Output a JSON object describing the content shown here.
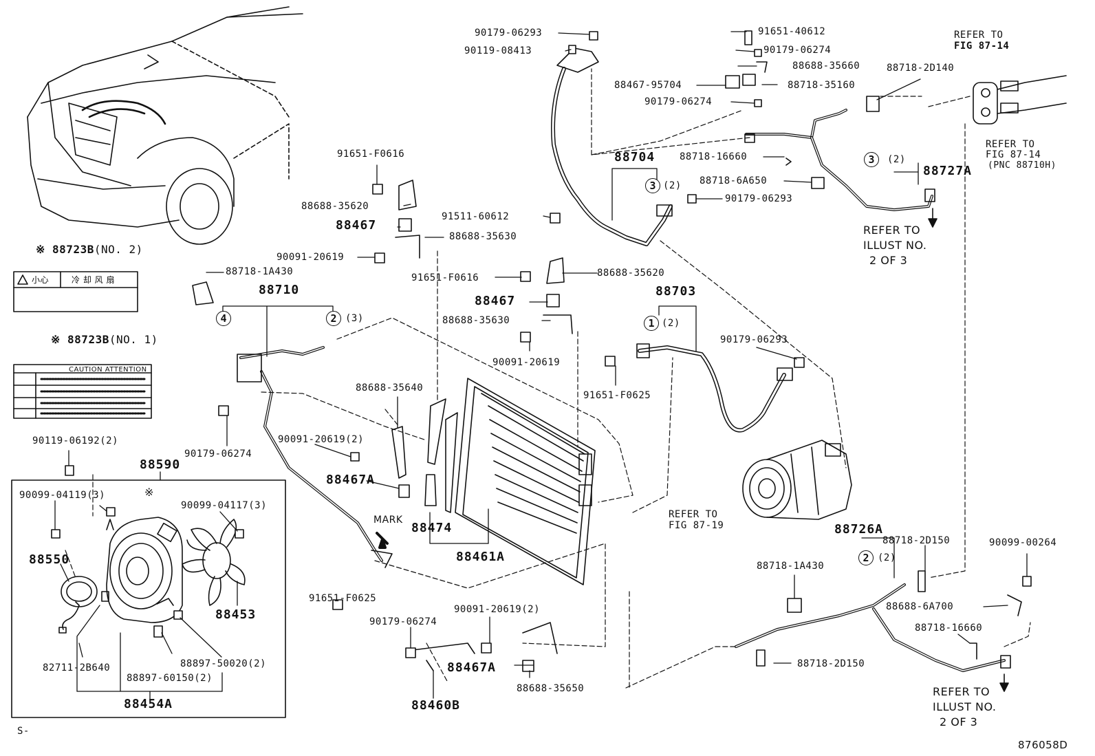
{
  "diagram": {
    "figure_code": "876058D",
    "corner_mark": "S-",
    "parts": {
      "p90179_06293_a": "90179-06293",
      "p90119_08413": "90119-08413",
      "p91651_40612": "91651-40612",
      "p90179_06274_a": "90179-06274",
      "p88688_35660": "88688-35660",
      "p88467_95704": "88467-95704",
      "p88718_35160": "88718-35160",
      "p90179_06274_b": "90179-06274",
      "p88718_2D140": "88718-2D140",
      "p88704": "88704",
      "p88718_16660_a": "88718-16660",
      "p88718_6A650": "88718-6A650",
      "p90179_06293_b": "90179-06293",
      "p88727A": "88727A",
      "p91651_F0616_a": "91651-F0616",
      "p88688_35620_a": "88688-35620",
      "p88467_a": "88467",
      "p91511_60612": "91511-60612",
      "p88688_35630_a": "88688-35630",
      "p90091_20619_a": "90091-20619",
      "p88718_1A430_a": "88718-1A430",
      "p91651_F0616_b": "91651-F0616",
      "p88688_35620_b": "88688-35620",
      "p88710": "88710",
      "p88467_b": "88467",
      "p88688_35630_b": "88688-35630",
      "p88703": "88703",
      "p90091_20619_b": "90091-20619",
      "p90179_06293_c": "90179-06293",
      "p88688_35640": "88688-35640",
      "p91651_F0625_a": "91651-F0625",
      "p90091_20619_c": "90091-20619(2)",
      "p90179_06274_c": "90179-06274",
      "p90119_06192": "90119-06192(2)",
      "p88590": "88590",
      "p88467A_a": "88467A",
      "p90099_04119": "90099-04119(3)",
      "p90099_04117": "90099-04117(3)",
      "p88474": "88474",
      "p88461A": "88461A",
      "p88550": "88550",
      "p88453": "88453",
      "p91651_F0625_b": "91651-F0625",
      "p88726A": "88726A",
      "p88718_2D150_a": "88718-2D150",
      "p90099_00264": "90099-00264",
      "p88718_1A430_b": "88718-1A430",
      "p90091_20619_d": "90091-20619(2)",
      "p90179_06274_d": "90179-06274",
      "p88688_6A700": "88688-6A700",
      "p88718_16660_b": "88718-16660",
      "p88897_50020": "88897-50020(2)",
      "p82711_2B640": "82711-2B640",
      "p88897_60150": "88897-60150(2)",
      "p88467A_b": "88467A",
      "p88718_2D150_b": "88718-2D150",
      "p88688_35650": "88688-35650",
      "p88454A": "88454A",
      "p88460B": "88460B"
    },
    "callouts": {
      "c3_2_a": "(2)",
      "c3_2_b": "(2)",
      "c2_3": "(3)",
      "c1_2": "(2)",
      "c2_2": "(2)"
    },
    "circle_numbers": {
      "n3": "3",
      "n1": "1",
      "n2": "2",
      "n4": "4"
    },
    "notes": {
      "refer_87_14_top_1": "REFER TO",
      "refer_87_14_top_2": "FIG 87-14",
      "refer_87_14_b_1": "REFER TO",
      "refer_87_14_b_2": "FIG 87-14",
      "refer_87_14_b_3": "(PNC 88710H)",
      "refer_illust_a_1": "REFER TO",
      "refer_illust_a_2": "ILLUST NO.",
      "refer_illust_a_3": "2 OF 3",
      "refer_87_19_1": "REFER TO",
      "refer_87_19_2": "FIG 87-19",
      "refer_illust_b_1": "REFER TO",
      "refer_illust_b_2": "ILLUST NO.",
      "refer_illust_b_3": "2 OF 3",
      "mark": "MARK",
      "asterisk": "※"
    },
    "labels": {
      "label_no2_part": "※ 88723B",
      "label_no2_suffix": "(NO. 2)",
      "label_no2_text_1": "小心",
      "label_no2_text_2": "冷 却 风 扇",
      "label_no1_part": "※ 88723B",
      "label_no1_suffix": "(NO. 1)",
      "label_no1_header": "CAUTION  ATTENTION"
    }
  }
}
